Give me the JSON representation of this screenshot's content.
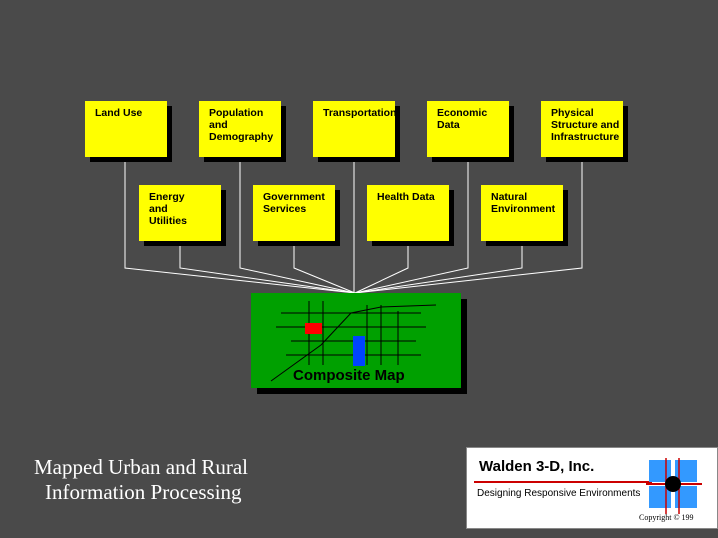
{
  "diagram": {
    "top_boxes": [
      {
        "label": "Land Use"
      },
      {
        "label": "Population\nand\nDemography"
      },
      {
        "label": "Transportation"
      },
      {
        "label": "Economic\nData"
      },
      {
        "label": "Physical\nStructure and\nInfrastructure"
      }
    ],
    "bottom_boxes": [
      {
        "label": "Energy\nand\nUtilities"
      },
      {
        "label": "Government\nServices"
      },
      {
        "label": "Health Data"
      },
      {
        "label": "Natural\nEnvironment"
      }
    ],
    "composite": {
      "label": "Composite Map"
    },
    "colors": {
      "background": "#4a4a4a",
      "box": "#ffff00",
      "composite": "#00a000",
      "connector": "#ffffff",
      "red_block": "#ff0000",
      "blue_block": "#0044ff"
    }
  },
  "title": {
    "line1": "Mapped Urban and Rural",
    "line2": "Information Processing"
  },
  "logo": {
    "company": "Walden 3-D, Inc.",
    "tagline": "Designing Responsive Environments",
    "copyright": "Copyright © 199",
    "mark_icon": "grid-circle-logo-icon"
  }
}
